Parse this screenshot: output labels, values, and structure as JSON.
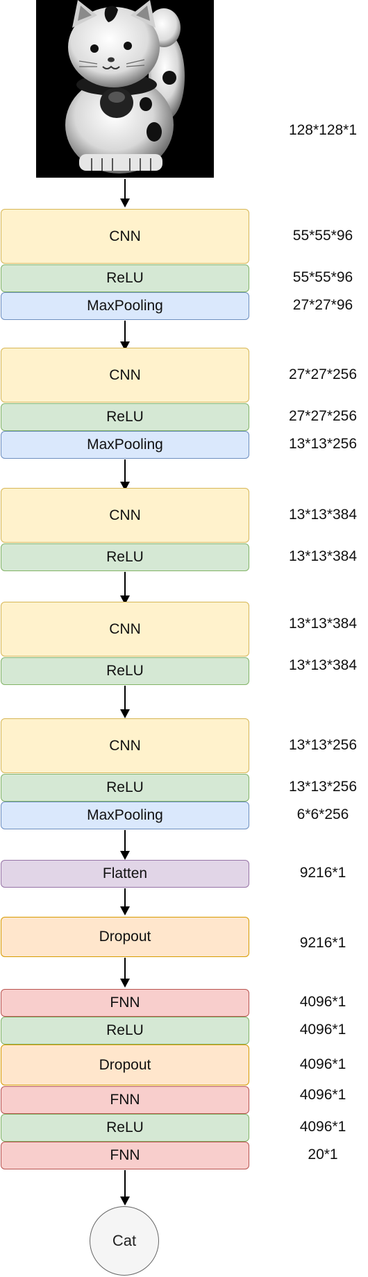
{
  "colors": {
    "cnn_fill": "#fff2cc",
    "cnn_border": "#d6b656",
    "relu_fill": "#d5e8d4",
    "relu_border": "#82b366",
    "maxpool_fill": "#dae8fc",
    "maxpool_border": "#6c8ebf",
    "flatten_fill": "#e1d5e7",
    "flatten_border": "#9673a6",
    "dropout_fill": "#ffe6cc",
    "dropout_border": "#d79b00",
    "fnn_fill": "#f8cecc",
    "fnn_border": "#b85450",
    "output_fill": "#f5f5f5",
    "output_border": "#666666"
  },
  "input": {
    "image_icon": "maneki-neko-cat-figurine-photo",
    "dim": "128*128*1"
  },
  "blocks": [
    {
      "layers": [
        {
          "label": "CNN",
          "dim": "55*55*96"
        },
        {
          "label": "ReLU",
          "dim": "55*55*96"
        },
        {
          "label": "MaxPooling",
          "dim": "27*27*96"
        }
      ]
    },
    {
      "layers": [
        {
          "label": "CNN",
          "dim": "27*27*256"
        },
        {
          "label": "ReLU",
          "dim": "27*27*256"
        },
        {
          "label": "MaxPooling",
          "dim": "13*13*256"
        }
      ]
    },
    {
      "layers": [
        {
          "label": "CNN",
          "dim": "13*13*384"
        },
        {
          "label": "ReLU",
          "dim": "13*13*384"
        }
      ]
    },
    {
      "layers": [
        {
          "label": "CNN",
          "dim": "13*13*384"
        },
        {
          "label": "ReLU",
          "dim": "13*13*384"
        }
      ]
    },
    {
      "layers": [
        {
          "label": "CNN",
          "dim": "13*13*256"
        },
        {
          "label": "ReLU",
          "dim": "13*13*256"
        },
        {
          "label": "MaxPooling",
          "dim": "6*6*256"
        }
      ]
    },
    {
      "layers": [
        {
          "label": "Flatten",
          "dim": "9216*1"
        }
      ]
    },
    {
      "layers": [
        {
          "label": "Dropout",
          "dim": "9216*1"
        }
      ]
    },
    {
      "layers": [
        {
          "label": "FNN",
          "dim": "4096*1"
        },
        {
          "label": "ReLU",
          "dim": "4096*1"
        },
        {
          "label": "Dropout",
          "dim": "4096*1"
        },
        {
          "label": "FNN",
          "dim": "4096*1"
        },
        {
          "label": "ReLU",
          "dim": "4096*1"
        },
        {
          "label": "FNN",
          "dim": "20*1"
        }
      ]
    }
  ],
  "output": {
    "label": "Cat"
  }
}
